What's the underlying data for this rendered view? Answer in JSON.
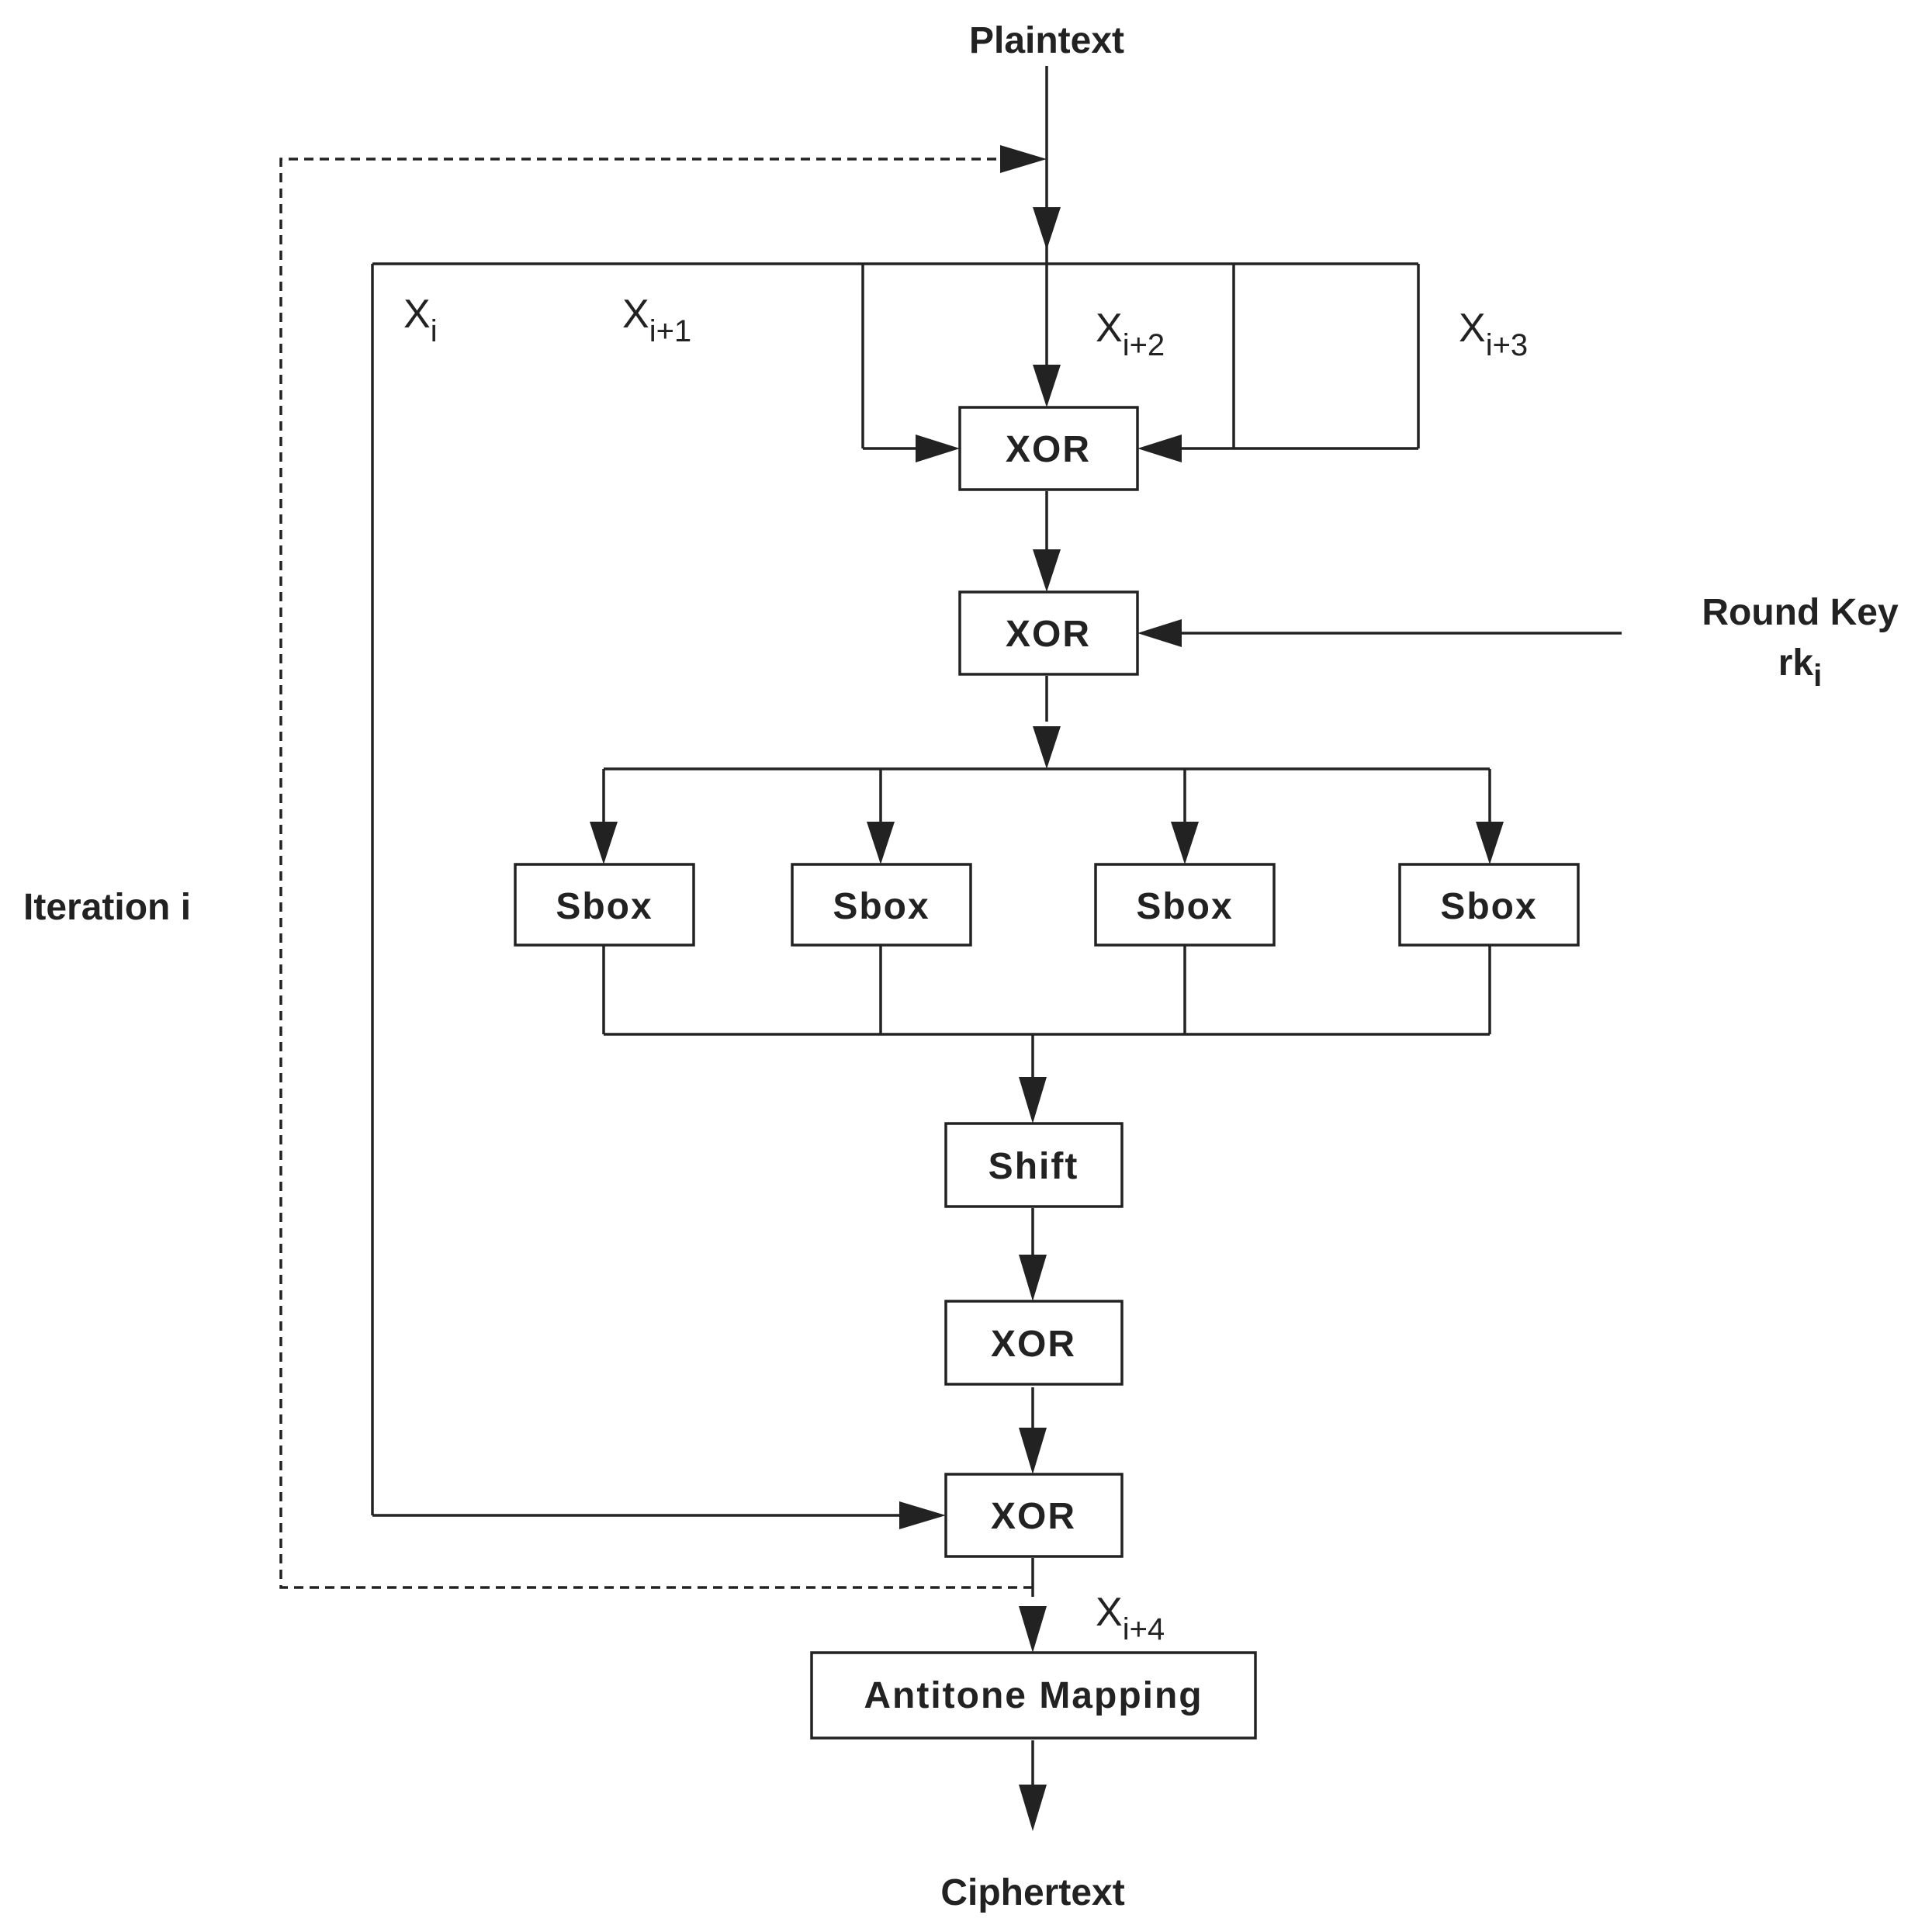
{
  "input_label": "Plaintext",
  "output_label": "Ciphertext",
  "iteration_label": "Iteration i",
  "round_key": {
    "line1": "Round Key",
    "base": "rk",
    "sub": "i"
  },
  "variables": {
    "x0": {
      "base": "X",
      "sub": "i"
    },
    "x1": {
      "base": "X",
      "sub": "i+1"
    },
    "x2": {
      "base": "X",
      "sub": "i+2"
    },
    "x3": {
      "base": "X",
      "sub": "i+3"
    },
    "x4": {
      "base": "X",
      "sub": "i+4"
    }
  },
  "blocks": {
    "xor1": "XOR",
    "xor2": "XOR",
    "sbox1": "Sbox",
    "sbox2": "Sbox",
    "sbox3": "Sbox",
    "sbox4": "Sbox",
    "shift": "Shift",
    "xor3": "XOR",
    "xor4": "XOR",
    "antitone": "Antitone Mapping"
  }
}
